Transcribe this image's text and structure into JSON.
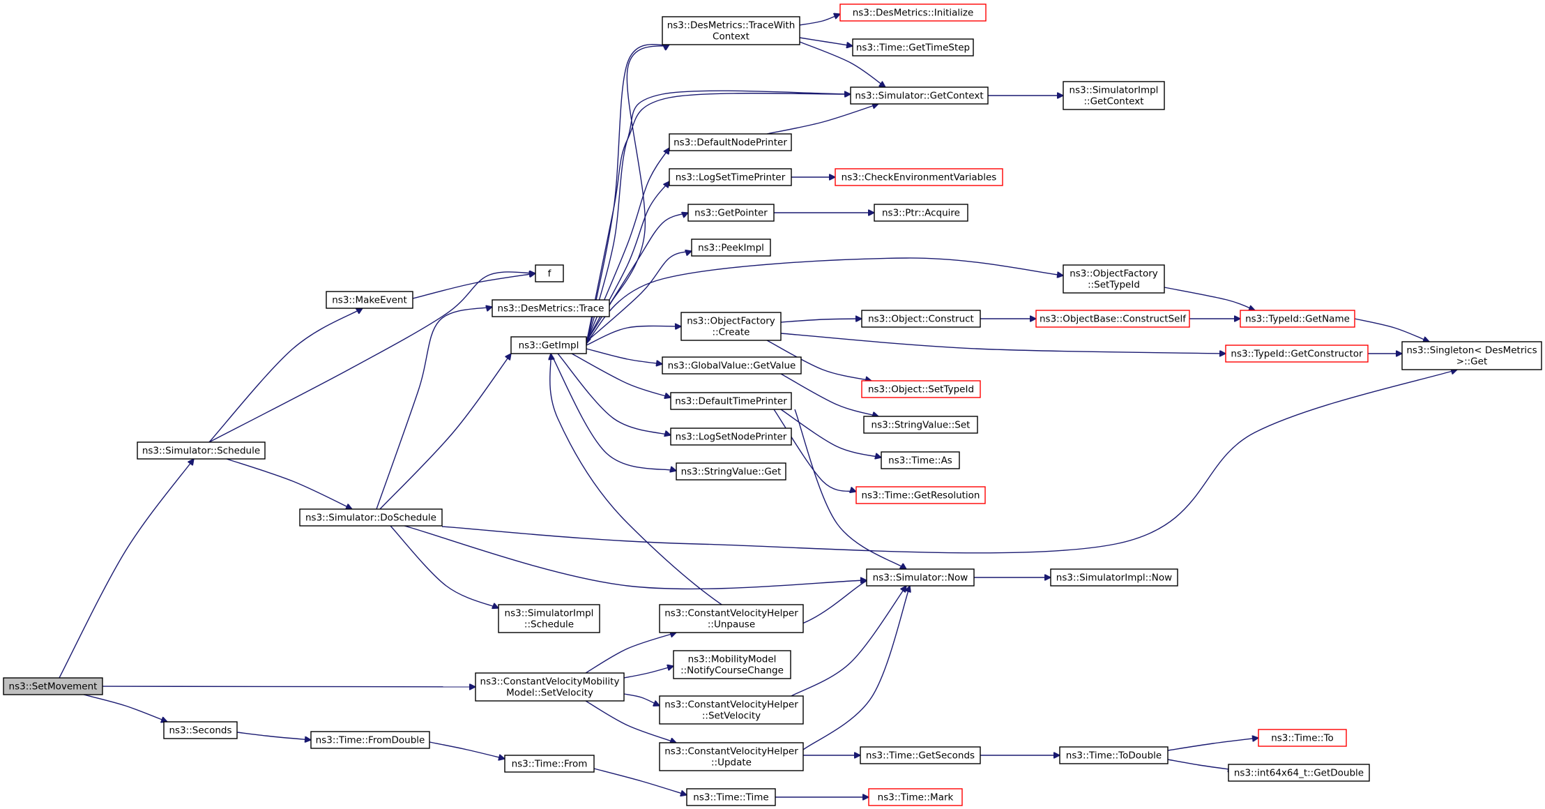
{
  "colors": {
    "edge": "#191970",
    "node_border": "#000000",
    "truncated_border": "#ff0000",
    "root_fill": "#bfbfbf"
  },
  "nodes": [
    {
      "id": "setmovement",
      "label": [
        "ns3::SetMovement"
      ],
      "style": "root"
    },
    {
      "id": "sim_schedule",
      "label": [
        "ns3::Simulator::Schedule"
      ],
      "style": "normal"
    },
    {
      "id": "makeevent",
      "label": [
        "ns3::MakeEvent"
      ],
      "style": "normal"
    },
    {
      "id": "f",
      "label": [
        "f"
      ],
      "style": "normal"
    },
    {
      "id": "sim_doschedule",
      "label": [
        "ns3::Simulator::DoSchedule"
      ],
      "style": "normal"
    },
    {
      "id": "desmetrics_trace",
      "label": [
        "ns3::DesMetrics::Trace"
      ],
      "style": "normal"
    },
    {
      "id": "getimpl",
      "label": [
        "ns3::GetImpl"
      ],
      "style": "normal"
    },
    {
      "id": "simimpl_schedule",
      "label": [
        "ns3::SimulatorImpl",
        "::Schedule"
      ],
      "style": "normal"
    },
    {
      "id": "cvmm_setvelocity",
      "label": [
        "ns3::ConstantVelocityMobility",
        "Model::SetVelocity"
      ],
      "style": "normal"
    },
    {
      "id": "seconds",
      "label": [
        "ns3::Seconds"
      ],
      "style": "normal"
    },
    {
      "id": "time_fromdouble",
      "label": [
        "ns3::Time::FromDouble"
      ],
      "style": "normal"
    },
    {
      "id": "time_from",
      "label": [
        "ns3::Time::From"
      ],
      "style": "normal"
    },
    {
      "id": "time_time",
      "label": [
        "ns3::Time::Time"
      ],
      "style": "normal"
    },
    {
      "id": "time_mark",
      "label": [
        "ns3::Time::Mark"
      ],
      "style": "red"
    },
    {
      "id": "desmetrics_tracewith",
      "label": [
        "ns3::DesMetrics::TraceWith",
        "Context"
      ],
      "style": "normal"
    },
    {
      "id": "desmetrics_init",
      "label": [
        "ns3::DesMetrics::Initialize"
      ],
      "style": "red"
    },
    {
      "id": "time_gettimestep",
      "label": [
        "ns3::Time::GetTimeStep"
      ],
      "style": "normal"
    },
    {
      "id": "sim_getcontext",
      "label": [
        "ns3::Simulator::GetContext"
      ],
      "style": "normal"
    },
    {
      "id": "simimpl_getcontext",
      "label": [
        "ns3::SimulatorImpl",
        "::GetContext"
      ],
      "style": "normal"
    },
    {
      "id": "defaultnodeprinter",
      "label": [
        "ns3::DefaultNodePrinter"
      ],
      "style": "normal"
    },
    {
      "id": "logsettimeprinter",
      "label": [
        "ns3::LogSetTimePrinter"
      ],
      "style": "normal"
    },
    {
      "id": "checkenv",
      "label": [
        "ns3::CheckEnvironmentVariables"
      ],
      "style": "red"
    },
    {
      "id": "getpointer",
      "label": [
        "ns3::GetPointer"
      ],
      "style": "normal"
    },
    {
      "id": "ptr_acquire",
      "label": [
        "ns3::Ptr::Acquire"
      ],
      "style": "normal"
    },
    {
      "id": "peekimpl",
      "label": [
        "ns3::PeekImpl"
      ],
      "style": "normal"
    },
    {
      "id": "objfactory_settypeid",
      "label": [
        "ns3::ObjectFactory",
        "::SetTypeId"
      ],
      "style": "normal"
    },
    {
      "id": "objfactory_create",
      "label": [
        "ns3::ObjectFactory",
        "::Create"
      ],
      "style": "normal"
    },
    {
      "id": "object_construct",
      "label": [
        "ns3::Object::Construct"
      ],
      "style": "normal"
    },
    {
      "id": "objectbase_constructself",
      "label": [
        "ns3::ObjectBase::ConstructSelf"
      ],
      "style": "red"
    },
    {
      "id": "typeid_getname",
      "label": [
        "ns3::TypeId::GetName"
      ],
      "style": "red"
    },
    {
      "id": "singleton_get",
      "label": [
        "ns3::Singleton< DesMetrics",
        " >::Get"
      ],
      "style": "normal"
    },
    {
      "id": "typeid_getconstructor",
      "label": [
        "ns3::TypeId::GetConstructor"
      ],
      "style": "red"
    },
    {
      "id": "globalvalue_getvalue",
      "label": [
        "ns3::GlobalValue::GetValue"
      ],
      "style": "normal"
    },
    {
      "id": "object_settypeid",
      "label": [
        "ns3::Object::SetTypeId"
      ],
      "style": "red"
    },
    {
      "id": "defaulttimeprinter",
      "label": [
        "ns3::DefaultTimePrinter"
      ],
      "style": "normal"
    },
    {
      "id": "stringvalue_set",
      "label": [
        "ns3::StringValue::Set"
      ],
      "style": "normal"
    },
    {
      "id": "logsetnodeprinter",
      "label": [
        "ns3::LogSetNodePrinter"
      ],
      "style": "normal"
    },
    {
      "id": "time_as",
      "label": [
        "ns3::Time::As"
      ],
      "style": "normal"
    },
    {
      "id": "stringvalue_get",
      "label": [
        "ns3::StringValue::Get"
      ],
      "style": "normal"
    },
    {
      "id": "time_getresolution",
      "label": [
        "ns3::Time::GetResolution"
      ],
      "style": "red"
    },
    {
      "id": "sim_now",
      "label": [
        "ns3::Simulator::Now"
      ],
      "style": "normal"
    },
    {
      "id": "simimpl_now",
      "label": [
        "ns3::SimulatorImpl::Now"
      ],
      "style": "normal"
    },
    {
      "id": "cvh_unpause",
      "label": [
        "ns3::ConstantVelocityHelper",
        "::Unpause"
      ],
      "style": "normal"
    },
    {
      "id": "mm_notify",
      "label": [
        "ns3::MobilityModel",
        "::NotifyCourseChange"
      ],
      "style": "normal"
    },
    {
      "id": "cvh_setvelocity",
      "label": [
        "ns3::ConstantVelocityHelper",
        "::SetVelocity"
      ],
      "style": "normal"
    },
    {
      "id": "cvh_update",
      "label": [
        "ns3::ConstantVelocityHelper",
        "::Update"
      ],
      "style": "normal"
    },
    {
      "id": "time_getseconds",
      "label": [
        "ns3::Time::GetSeconds"
      ],
      "style": "normal"
    },
    {
      "id": "time_todouble",
      "label": [
        "ns3::Time::ToDouble"
      ],
      "style": "normal"
    },
    {
      "id": "time_to",
      "label": [
        "ns3::Time::To"
      ],
      "style": "red"
    },
    {
      "id": "int64_getdouble",
      "label": [
        "ns3::int64x64_t::GetDouble"
      ],
      "style": "normal"
    }
  ],
  "edges": [
    [
      "setmovement",
      "sim_schedule"
    ],
    [
      "setmovement",
      "cvmm_setvelocity"
    ],
    [
      "setmovement",
      "seconds"
    ],
    [
      "sim_schedule",
      "makeevent"
    ],
    [
      "sim_schedule",
      "f"
    ],
    [
      "sim_schedule",
      "sim_doschedule"
    ],
    [
      "makeevent",
      "f"
    ],
    [
      "sim_doschedule",
      "desmetrics_trace"
    ],
    [
      "sim_doschedule",
      "getimpl"
    ],
    [
      "sim_doschedule",
      "simimpl_schedule"
    ],
    [
      "sim_doschedule",
      "sim_now"
    ],
    [
      "sim_doschedule",
      "singleton_get"
    ],
    [
      "desmetrics_trace",
      "desmetrics_tracewith"
    ],
    [
      "desmetrics_tracewith",
      "desmetrics_init"
    ],
    [
      "desmetrics_tracewith",
      "time_gettimestep"
    ],
    [
      "desmetrics_tracewith",
      "sim_getcontext"
    ],
    [
      "getimpl",
      "desmetrics_tracewith"
    ],
    [
      "getimpl",
      "sim_getcontext"
    ],
    [
      "getimpl",
      "defaultnodeprinter"
    ],
    [
      "getimpl",
      "logsettimeprinter"
    ],
    [
      "getimpl",
      "getpointer"
    ],
    [
      "getimpl",
      "peekimpl"
    ],
    [
      "getimpl",
      "objfactory_settypeid"
    ],
    [
      "getimpl",
      "objfactory_create"
    ],
    [
      "getimpl",
      "globalvalue_getvalue"
    ],
    [
      "getimpl",
      "defaulttimeprinter"
    ],
    [
      "getimpl",
      "logsetnodeprinter"
    ],
    [
      "getimpl",
      "stringvalue_get"
    ],
    [
      "sim_getcontext",
      "getimpl"
    ],
    [
      "sim_getcontext",
      "simimpl_getcontext"
    ],
    [
      "defaultnodeprinter",
      "sim_getcontext"
    ],
    [
      "logsettimeprinter",
      "checkenv"
    ],
    [
      "getpointer",
      "ptr_acquire"
    ],
    [
      "objfactory_settypeid",
      "typeid_getname"
    ],
    [
      "objfactory_create",
      "object_construct"
    ],
    [
      "objfactory_create",
      "object_settypeid"
    ],
    [
      "objfactory_create",
      "typeid_getconstructor"
    ],
    [
      "object_construct",
      "objectbase_constructself"
    ],
    [
      "objectbase_constructself",
      "typeid_getname"
    ],
    [
      "typeid_getname",
      "singleton_get"
    ],
    [
      "typeid_getconstructor",
      "singleton_get"
    ],
    [
      "globalvalue_getvalue",
      "stringvalue_set"
    ],
    [
      "defaulttimeprinter",
      "time_as"
    ],
    [
      "defaulttimeprinter",
      "time_getresolution"
    ],
    [
      "defaulttimeprinter",
      "sim_now"
    ],
    [
      "sim_now",
      "getimpl"
    ],
    [
      "sim_now",
      "simimpl_now"
    ],
    [
      "cvmm_setvelocity",
      "cvh_unpause"
    ],
    [
      "cvmm_setvelocity",
      "mm_notify"
    ],
    [
      "cvmm_setvelocity",
      "cvh_setvelocity"
    ],
    [
      "cvmm_setvelocity",
      "cvh_update"
    ],
    [
      "cvh_setvelocity",
      "sim_now"
    ],
    [
      "cvh_update",
      "sim_now"
    ],
    [
      "cvh_update",
      "time_getseconds"
    ],
    [
      "time_getseconds",
      "time_todouble"
    ],
    [
      "time_todouble",
      "time_to"
    ],
    [
      "time_todouble",
      "int64_getdouble"
    ],
    [
      "seconds",
      "time_fromdouble"
    ],
    [
      "time_fromdouble",
      "time_from"
    ],
    [
      "time_from",
      "time_time"
    ],
    [
      "time_time",
      "time_mark"
    ]
  ]
}
